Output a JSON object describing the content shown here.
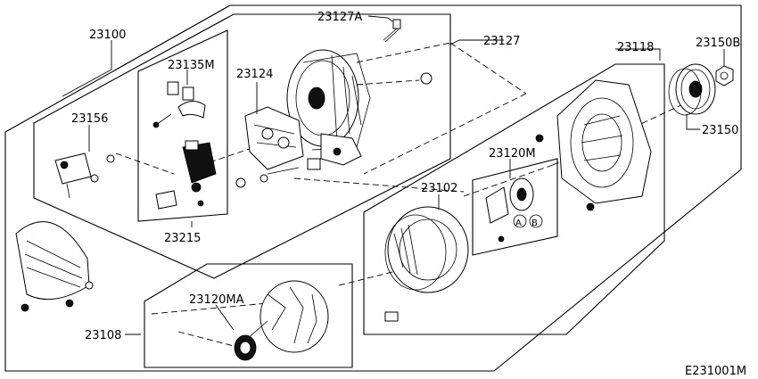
{
  "diagram_code": "E231001M",
  "parts": {
    "alternator_assembly": "23100",
    "rear_cover_bolt": "23127A",
    "rear_cover": "23127",
    "brush_holder_kit": "23135M",
    "rectifier": "23124",
    "front_cover": "23118",
    "pulley_nut": "23150B",
    "pulley": "23150",
    "diode": "23156",
    "bearing_kit": "23120M",
    "bearing_circle_a": "A",
    "bearing_circle_b": "B",
    "stator": "23102",
    "regulator": "23215",
    "rotor_bearing": "23120MA",
    "rotor": "23108"
  }
}
